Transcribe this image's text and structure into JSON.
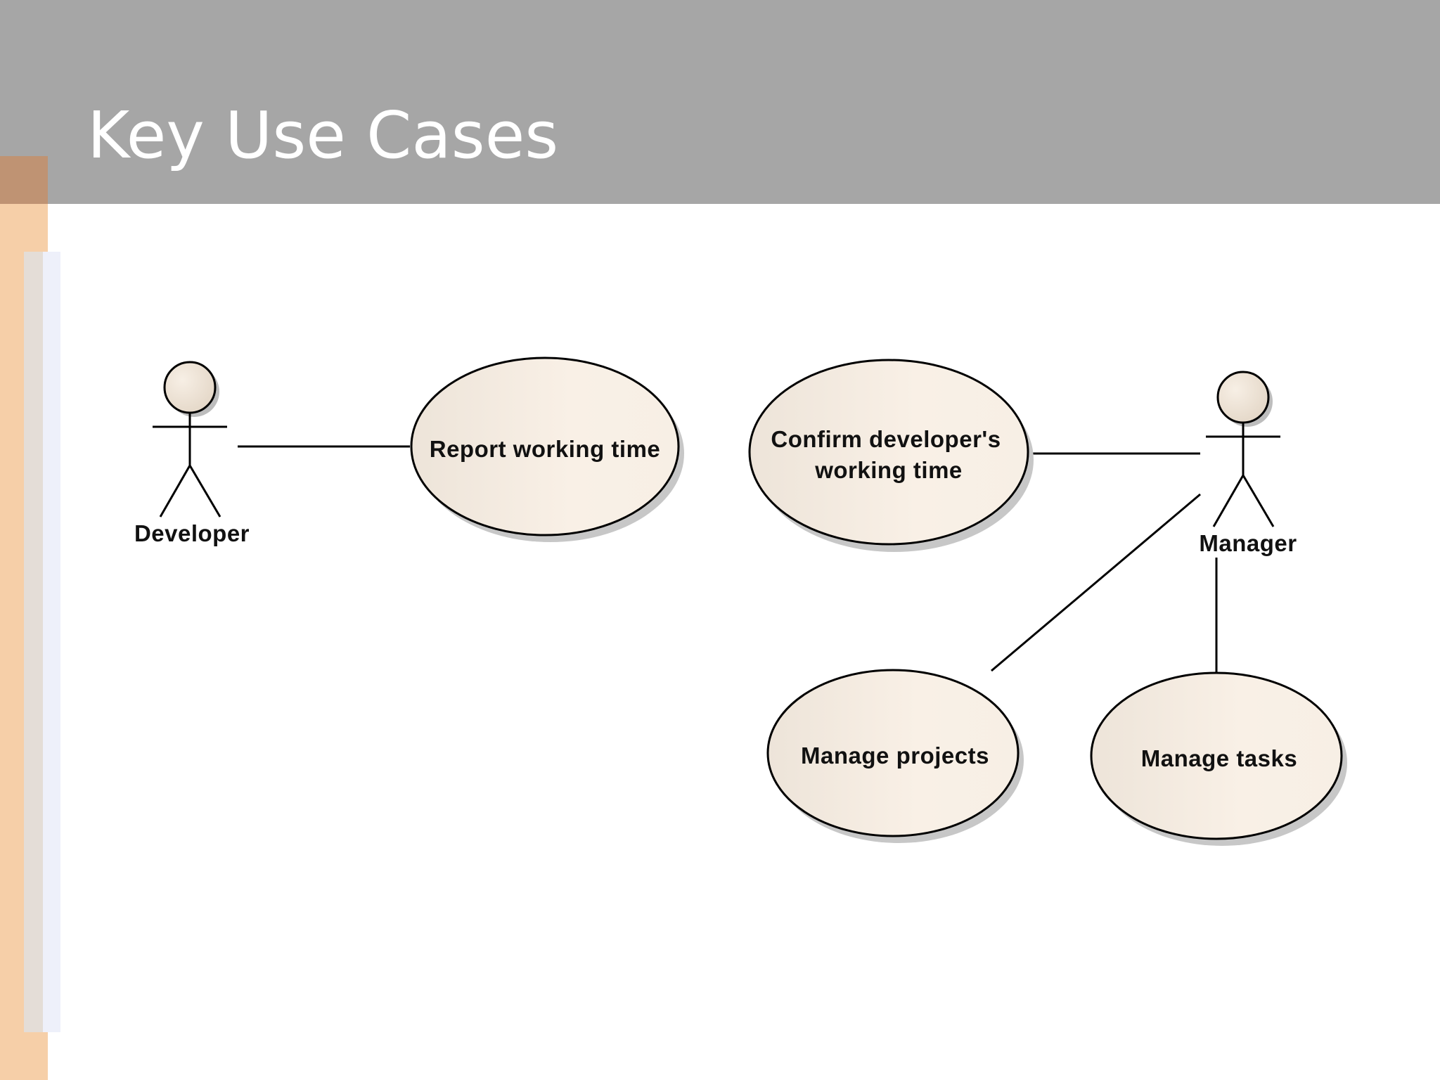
{
  "slide": {
    "title": "Key Use Cases"
  },
  "actors": {
    "developer": "Developer",
    "manager": "Manager"
  },
  "use_cases": {
    "report_working_time": "Report working time",
    "confirm_line1": "Confirm developer's",
    "confirm_line2": "working time",
    "manage_projects": "Manage projects",
    "manage_tasks": "Manage tasks"
  },
  "colors": {
    "header": "#a6a6a6",
    "accent_strip": "#f6cfa8",
    "ellipse_fill": "#f3eadf"
  }
}
